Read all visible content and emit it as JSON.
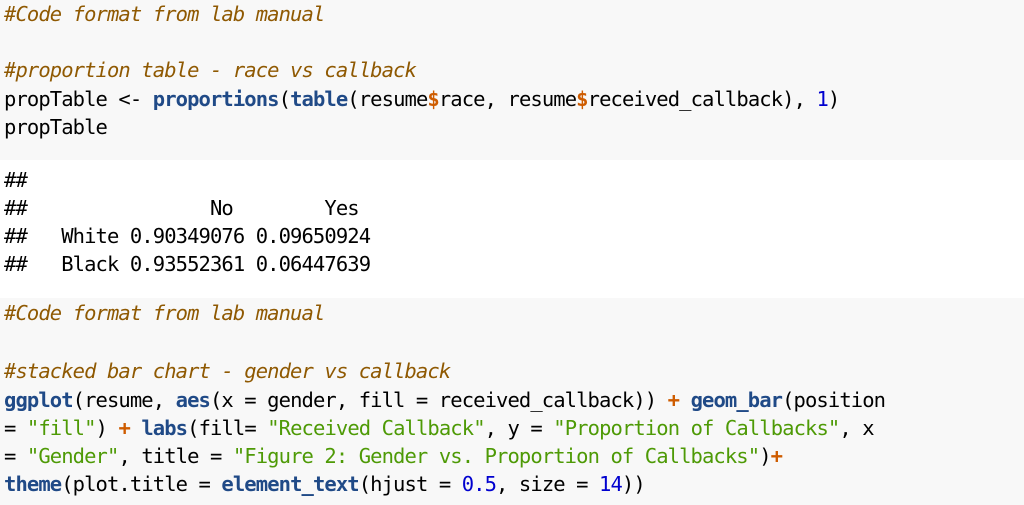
{
  "block1": {
    "comment_lab": "#Code format from lab manual",
    "comment_prop": "#proportion table - race vs callback",
    "line_assign": {
      "pre": "propTable <- ",
      "fn_proportions": "proportions",
      "paren1": "(",
      "fn_table": "table",
      "arg1a": "(resume",
      "dollar1": "$",
      "arg1b": "race, resume",
      "dollar2": "$",
      "arg1c": "received_callback), ",
      "num_one": "1",
      "close": ")"
    },
    "line_print": "propTable"
  },
  "output": {
    "lines": [
      "##",
      "##                No        Yes",
      "##   White 0.90349076 0.09650924",
      "##   Black 0.93552361 0.06447639"
    ]
  },
  "block2": {
    "comment_lab": "#Code format from lab manual",
    "comment_stack": "#stacked bar chart - gender vs callback",
    "l1": {
      "fn_ggplot": "ggplot",
      "t1": "(resume, ",
      "fn_aes": "aes",
      "t2": "(x = gender, fill = received_callback)) ",
      "op_plus": "+",
      "t3": " ",
      "fn_geom_bar": "geom_bar",
      "t4": "(position"
    },
    "l2": {
      "t1": "= ",
      "str_fill": "\"fill\"",
      "t2": ") ",
      "op_plus": "+",
      "t3": " ",
      "fn_labs": "labs",
      "t4": "(fill= ",
      "str_received": "\"Received Callback\"",
      "t5": ", y = ",
      "str_prop": "\"Proportion of Callbacks\"",
      "t6": ", x"
    },
    "l3": {
      "t1": "= ",
      "str_gender": "\"Gender\"",
      "t2": ", title = ",
      "str_title": "\"Figure 2: Gender vs. Proportion of Callbacks\"",
      "t3": ")",
      "op_plus": "+"
    },
    "l4": {
      "fn_theme": "theme",
      "t1": "(plot.title = ",
      "fn_element_text": "element_text",
      "t2": "(hjust = ",
      "num_half": "0.5",
      "t3": ", size = ",
      "num_14": "14",
      "t4": "))"
    }
  }
}
